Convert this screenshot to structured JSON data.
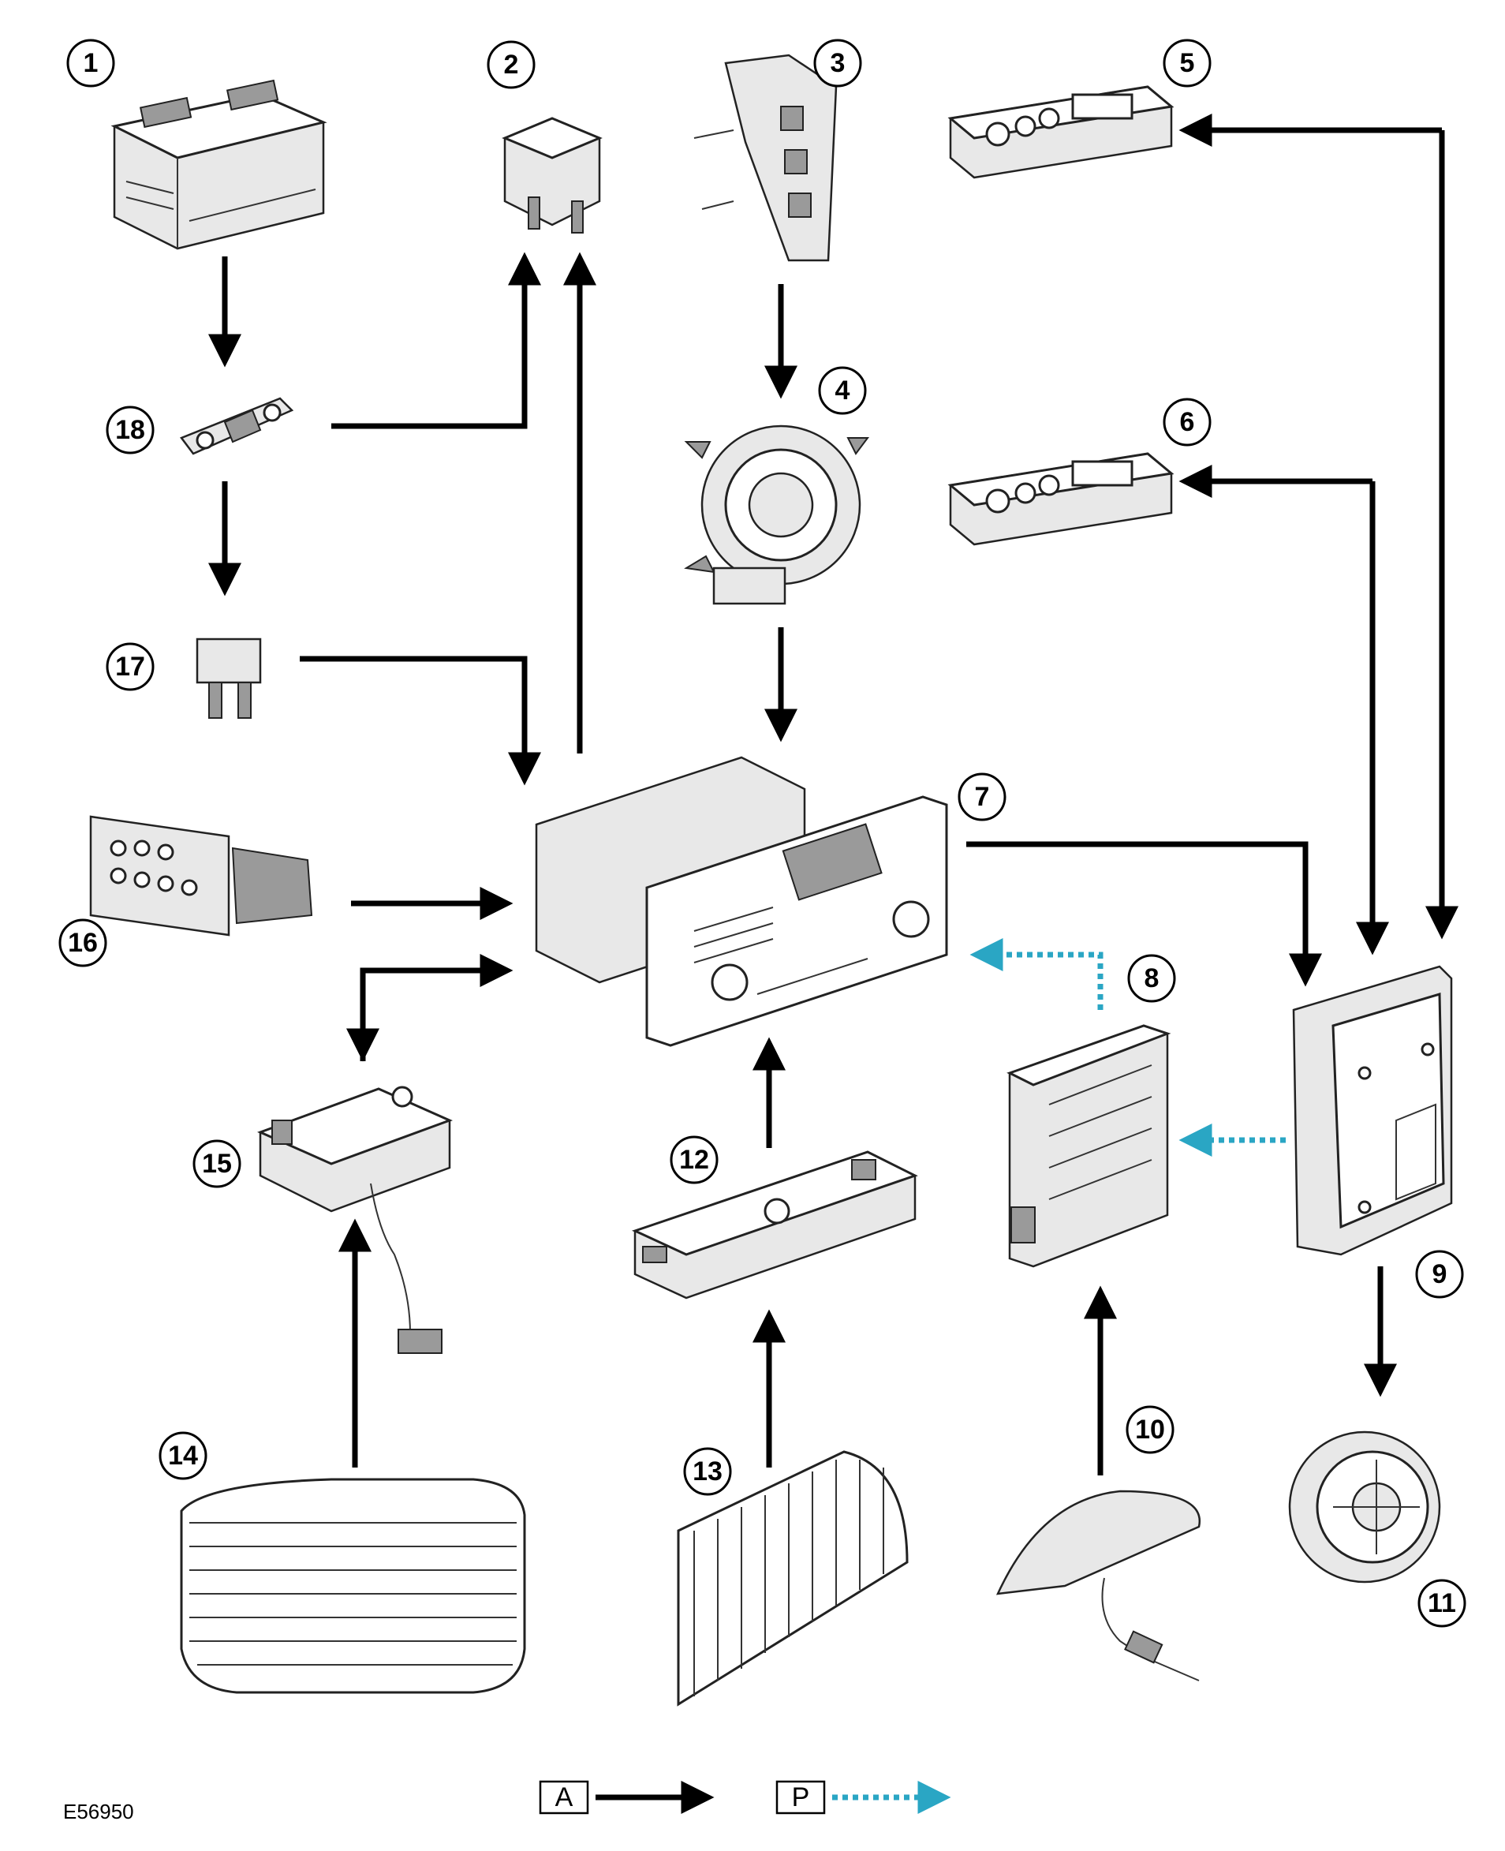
{
  "figure_id": "E56950",
  "callouts": [
    {
      "id": "1",
      "label": "1"
    },
    {
      "id": "2",
      "label": "2"
    },
    {
      "id": "3",
      "label": "3"
    },
    {
      "id": "4",
      "label": "4"
    },
    {
      "id": "5",
      "label": "5"
    },
    {
      "id": "6",
      "label": "6"
    },
    {
      "id": "7",
      "label": "7"
    },
    {
      "id": "8",
      "label": "8"
    },
    {
      "id": "9",
      "label": "9"
    },
    {
      "id": "10",
      "label": "10"
    },
    {
      "id": "11",
      "label": "11"
    },
    {
      "id": "12",
      "label": "12"
    },
    {
      "id": "13",
      "label": "13"
    },
    {
      "id": "14",
      "label": "14"
    },
    {
      "id": "15",
      "label": "15"
    },
    {
      "id": "16",
      "label": "16"
    },
    {
      "id": "17",
      "label": "17"
    },
    {
      "id": "18",
      "label": "18"
    }
  ],
  "legend": {
    "a_label": "A",
    "p_label": "P",
    "a_color": "#000000",
    "p_color": "#2aa6c4"
  }
}
